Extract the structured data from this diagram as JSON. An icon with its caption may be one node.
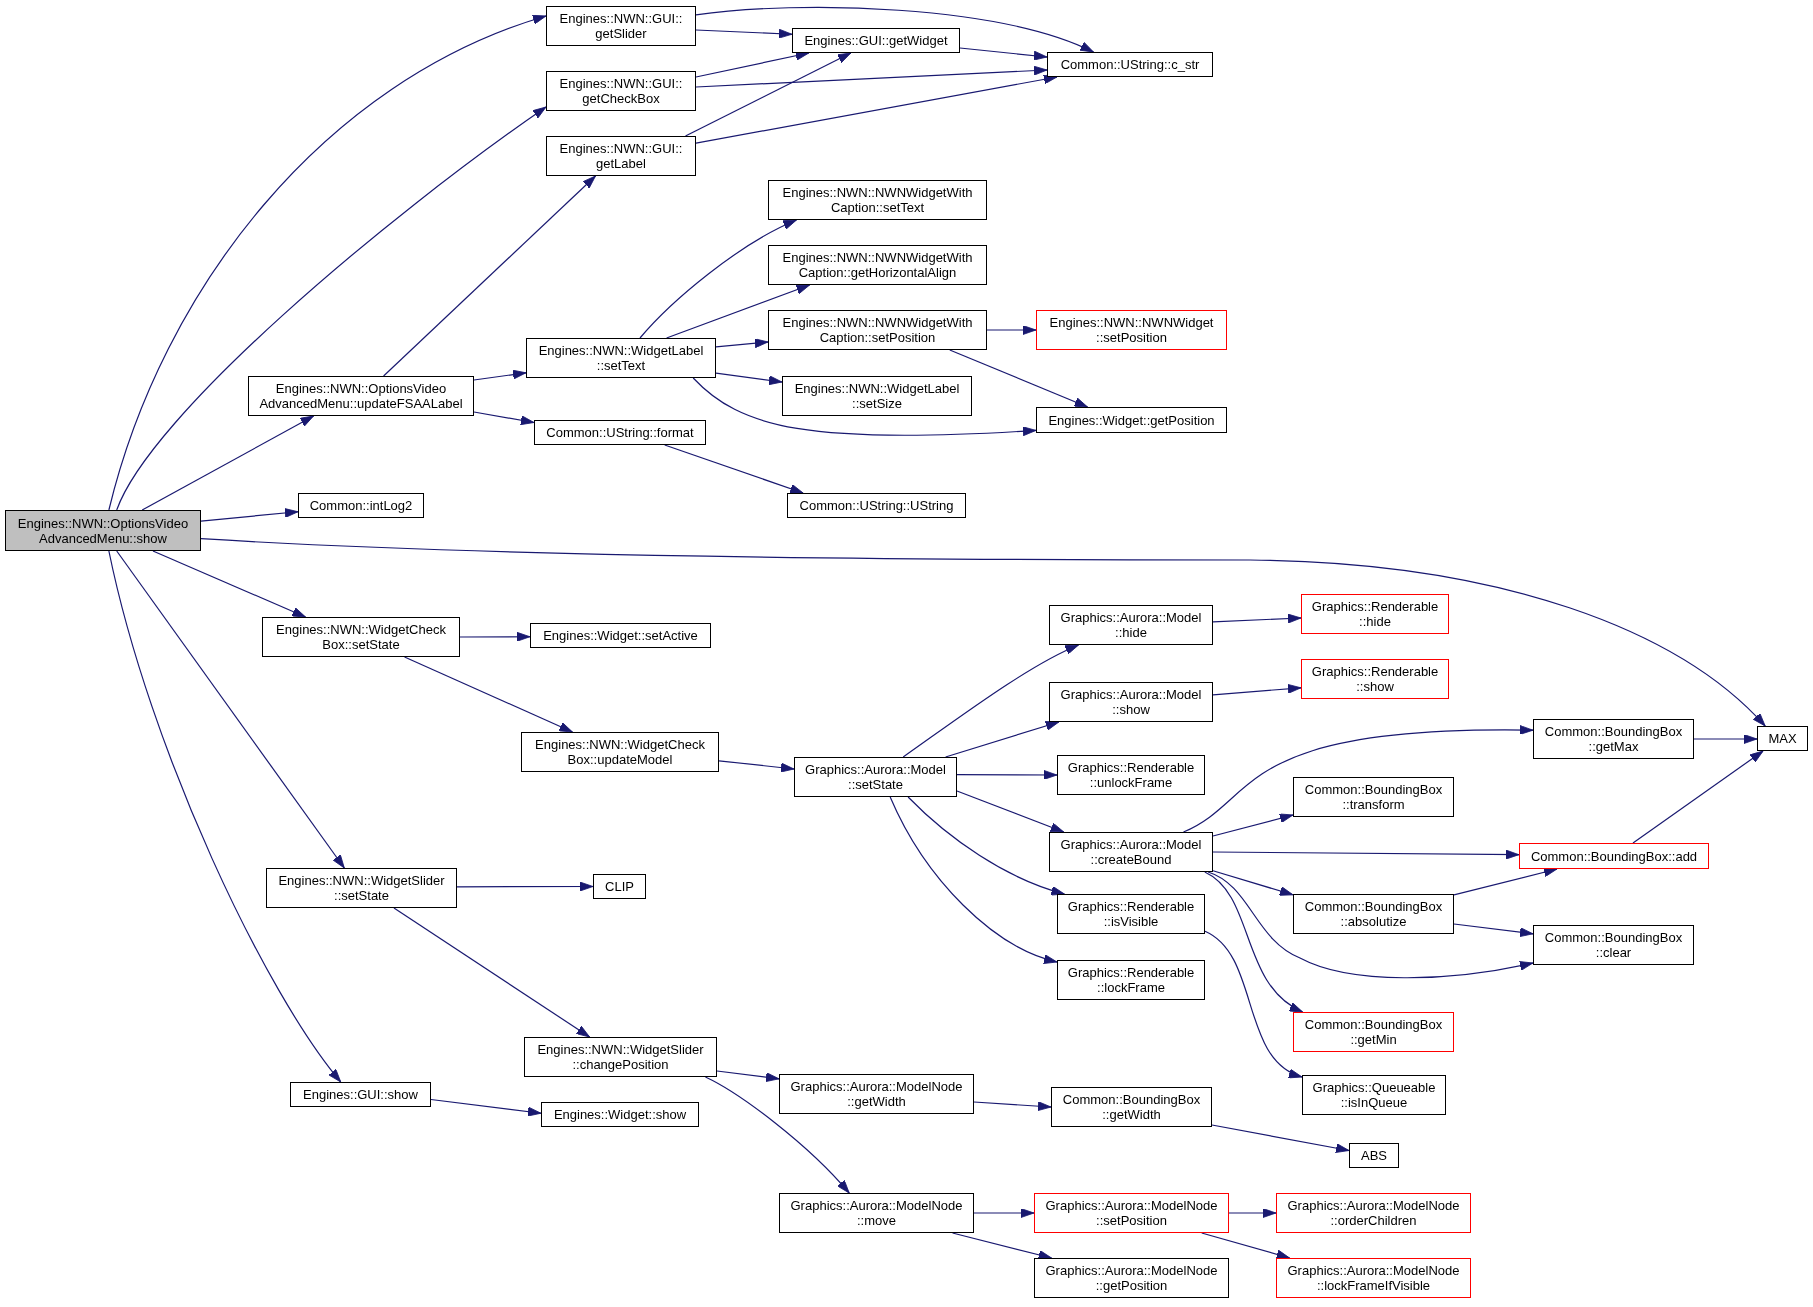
{
  "diagram": {
    "nodes": [
      {
        "text": [
          "Engines::NWN::OptionsVideo AdvancedMenu::show"
        ]
      },
      {
        "text": [
          "Engines::NWN::GUI:: getSlider"
        ]
      },
      {
        "text": [
          "Engines::GUI::getWidget"
        ]
      },
      {
        "text": [
          "Common::UString::c_str"
        ]
      },
      {
        "text": [
          "Engines::NWN::GUI:: getCheckBox"
        ]
      },
      {
        "text": [
          "Engines::NWN::GUI:: getLabel"
        ]
      },
      {
        "text": [
          "Engines::NWN::NWNWidgetWith Caption::setText"
        ]
      },
      {
        "text": [
          "Engines::NWN::NWNWidgetWith Caption::getHorizontalAlign"
        ]
      },
      {
        "text": [
          "Engines::NWN::NWNWidgetWith Caption::setPosition"
        ]
      },
      {
        "text": [
          "Engines::NWN::NWNWidget ::setPosition"
        ]
      },
      {
        "text": [
          "Engines::NWN::WidgetLabel ::setText"
        ]
      },
      {
        "text": [
          "Engines::NWN::OptionsVideo AdvancedMenu::updateFSAALabel"
        ]
      },
      {
        "text": [
          "Engines::NWN::WidgetLabel ::setSize"
        ]
      },
      {
        "text": [
          "Engines::Widget::getPosition"
        ]
      },
      {
        "text": [
          "Common::UString::format"
        ]
      },
      {
        "text": [
          "Common::intLog2"
        ]
      },
      {
        "text": [
          "Common::UString::UString"
        ]
      },
      {
        "text": [
          "MAX"
        ]
      },
      {
        "text": [
          "Engines::NWN::WidgetCheck Box::setState"
        ]
      },
      {
        "text": [
          "Engines::Widget::setActive"
        ]
      },
      {
        "text": [
          "Graphics::Aurora::Model ::hide"
        ]
      },
      {
        "text": [
          "Graphics::Renderable ::hide"
        ]
      },
      {
        "text": [
          "Graphics::Aurora::Model ::show"
        ]
      },
      {
        "text": [
          "Graphics::Renderable ::show"
        ]
      },
      {
        "text": [
          "Engines::NWN::WidgetCheck Box::updateModel"
        ]
      },
      {
        "text": [
          "Graphics::Aurora::Model ::setState"
        ]
      },
      {
        "text": [
          "Graphics::Renderable ::unlockFrame"
        ]
      },
      {
        "text": [
          "Common::BoundingBox ::getMax"
        ]
      },
      {
        "text": [
          "Common::BoundingBox ::transform"
        ]
      },
      {
        "text": [
          "Graphics::Aurora::Model ::createBound"
        ]
      },
      {
        "text": [
          "Common::BoundingBox::add"
        ]
      },
      {
        "text": [
          "Engines::NWN::WidgetSlider ::setState"
        ]
      },
      {
        "text": [
          "CLIP"
        ]
      },
      {
        "text": [
          "Common::BoundingBox ::absolutize"
        ]
      },
      {
        "text": [
          "Graphics::Renderable ::isVisible"
        ]
      },
      {
        "text": [
          "Common::BoundingBox ::clear"
        ]
      },
      {
        "text": [
          "Graphics::Renderable ::lockFrame"
        ]
      },
      {
        "text": [
          "Common::BoundingBox ::getMin"
        ]
      },
      {
        "text": [
          "Engines::NWN::WidgetSlider ::changePosition"
        ]
      },
      {
        "text": [
          "Graphics::Aurora::ModelNode ::getWidth"
        ]
      },
      {
        "text": [
          "Graphics::Queueable ::isInQueue"
        ]
      },
      {
        "text": [
          "Engines::GUI::show"
        ]
      },
      {
        "text": [
          "Engines::Widget::show"
        ]
      },
      {
        "text": [
          "Common::BoundingBox ::getWidth"
        ]
      },
      {
        "text": [
          "ABS"
        ]
      },
      {
        "text": [
          "Graphics::Aurora::ModelNode ::move"
        ]
      },
      {
        "text": [
          "Graphics::Aurora::ModelNode ::setPosition"
        ]
      },
      {
        "text": [
          "Graphics::Aurora::ModelNode ::orderChildren"
        ]
      },
      {
        "text": [
          "Graphics::Aurora::ModelNode ::getPosition"
        ]
      },
      {
        "text": [
          "Graphics::Aurora::ModelNode ::lockFrameIfVisible"
        ]
      }
    ],
    "edges": [
      {
        "from": 0,
        "to": 1,
        "arrow": "to"
      },
      {
        "from": 0,
        "to": 4,
        "arrow": "to"
      },
      {
        "from": 0,
        "to": 11,
        "arrow": "to"
      },
      {
        "from": 0,
        "to": 15,
        "arrow": "to"
      },
      {
        "from": 0,
        "to": 17,
        "arrow": "to"
      },
      {
        "from": 0,
        "to": 18,
        "arrow": "to"
      },
      {
        "from": 0,
        "to": 31,
        "arrow": "to"
      },
      {
        "from": 0,
        "to": 41,
        "arrow": "to"
      },
      {
        "from": 1,
        "to": 2,
        "arrow": "to"
      },
      {
        "from": 1,
        "to": 3,
        "arrow": "to"
      },
      {
        "from": 4,
        "to": 2,
        "arrow": "to"
      },
      {
        "from": 4,
        "to": 3,
        "arrow": "to"
      },
      {
        "from": 5,
        "to": 2,
        "arrow": "to"
      },
      {
        "from": 5,
        "to": 3,
        "arrow": "to"
      },
      {
        "from": 2,
        "to": 3,
        "arrow": "to"
      },
      {
        "from": 11,
        "to": 5,
        "arrow": "to"
      },
      {
        "from": 11,
        "to": 10,
        "arrow": "to"
      },
      {
        "from": 11,
        "to": 14,
        "arrow": "to"
      },
      {
        "from": 10,
        "to": 6,
        "arrow": "to"
      },
      {
        "from": 10,
        "to": 7,
        "arrow": "to"
      },
      {
        "from": 10,
        "to": 8,
        "arrow": "to"
      },
      {
        "from": 10,
        "to": 12,
        "arrow": "to"
      },
      {
        "from": 10,
        "to": 13,
        "arrow": "to"
      },
      {
        "from": 8,
        "to": 9,
        "arrow": "to"
      },
      {
        "from": 8,
        "to": 13,
        "arrow": "to"
      },
      {
        "from": 14,
        "to": 16,
        "arrow": "to"
      },
      {
        "from": 18,
        "to": 19,
        "arrow": "to"
      },
      {
        "from": 18,
        "to": 24,
        "arrow": "to"
      },
      {
        "from": 24,
        "to": 25,
        "arrow": "to"
      },
      {
        "from": 25,
        "to": 20,
        "arrow": "to"
      },
      {
        "from": 25,
        "to": 22,
        "arrow": "to"
      },
      {
        "from": 25,
        "to": 26,
        "arrow": "to"
      },
      {
        "from": 25,
        "to": 29,
        "arrow": "to"
      },
      {
        "from": 25,
        "to": 34,
        "arrow": "to"
      },
      {
        "from": 25,
        "to": 36,
        "arrow": "to"
      },
      {
        "from": 20,
        "to": 21,
        "arrow": "to"
      },
      {
        "from": 22,
        "to": 23,
        "arrow": "to"
      },
      {
        "from": 29,
        "to": 27,
        "arrow": "to"
      },
      {
        "from": 29,
        "to": 28,
        "arrow": "to"
      },
      {
        "from": 29,
        "to": 30,
        "arrow": "to"
      },
      {
        "from": 29,
        "to": 33,
        "arrow": "to"
      },
      {
        "from": 29,
        "to": 35,
        "arrow": "to"
      },
      {
        "from": 29,
        "to": 37,
        "arrow": "to"
      },
      {
        "from": 27,
        "to": 17,
        "arrow": "to"
      },
      {
        "from": 30,
        "to": 17,
        "arrow": "to"
      },
      {
        "from": 33,
        "to": 30,
        "arrow": "to"
      },
      {
        "from": 33,
        "to": 35,
        "arrow": "to"
      },
      {
        "from": 34,
        "to": 40,
        "arrow": "to"
      },
      {
        "from": 31,
        "to": 32,
        "arrow": "to"
      },
      {
        "from": 31,
        "to": 38,
        "arrow": "to"
      },
      {
        "from": 38,
        "to": 39,
        "arrow": "to"
      },
      {
        "from": 38,
        "to": 45,
        "arrow": "to"
      },
      {
        "from": 39,
        "to": 43,
        "arrow": "to"
      },
      {
        "from": 43,
        "to": 44,
        "arrow": "to"
      },
      {
        "from": 41,
        "to": 42,
        "arrow": "to"
      },
      {
        "from": 45,
        "to": 46,
        "arrow": "to"
      },
      {
        "from": 45,
        "to": 48,
        "arrow": "to"
      },
      {
        "from": 46,
        "to": 47,
        "arrow": "to"
      },
      {
        "from": 46,
        "to": 49,
        "arrow": "to"
      }
    ]
  }
}
